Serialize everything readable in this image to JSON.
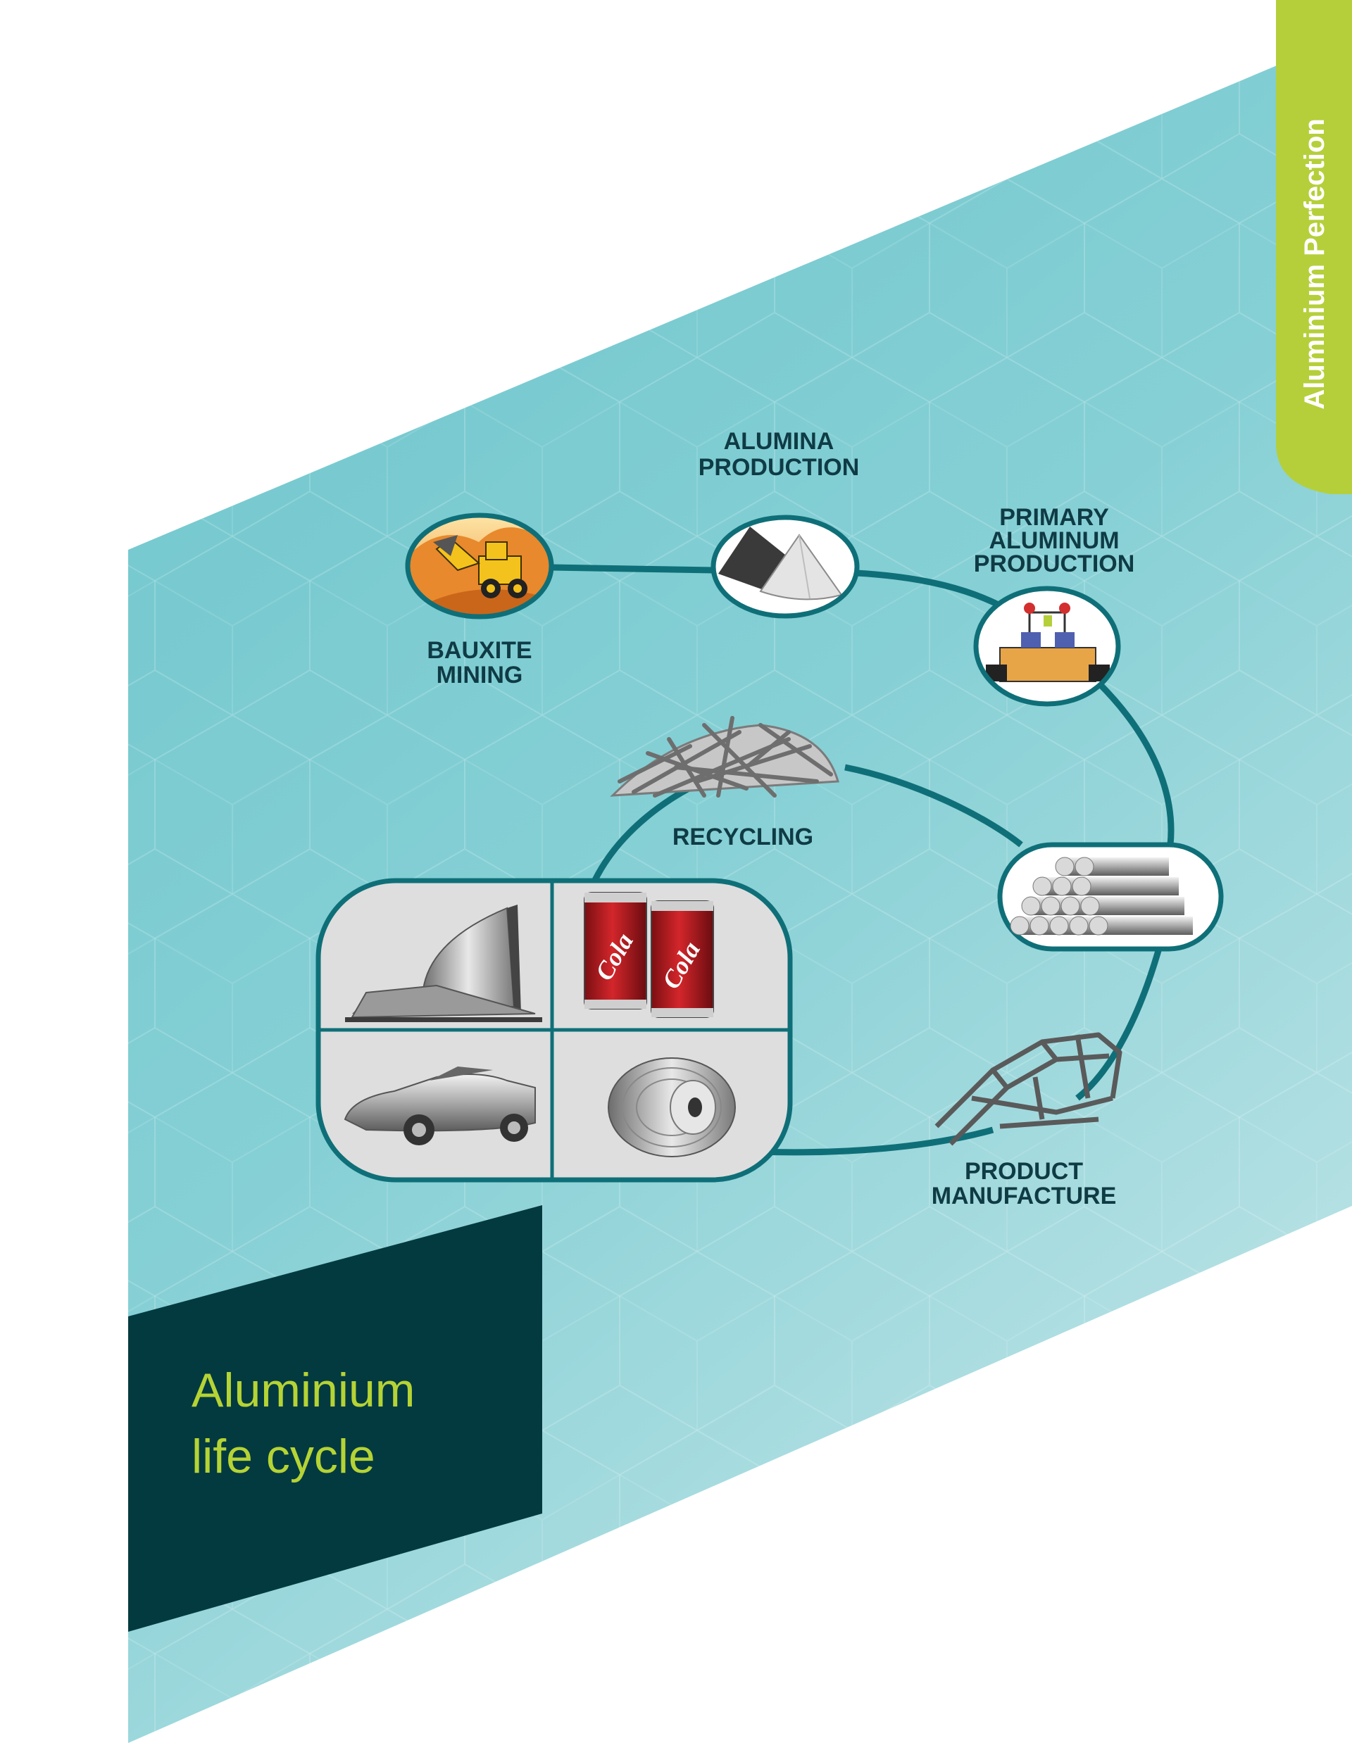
{
  "side_tab": {
    "text": "Aluminium Perfection",
    "color": "#b5cf3a"
  },
  "title": {
    "line1": "Aluminium",
    "line2": "life cycle",
    "color": "#b5d334",
    "box_color": "#023a40"
  },
  "colors": {
    "panel": "#7ac9cf",
    "ring": "#0f6f78",
    "label": "#0f3b45"
  },
  "stages": {
    "bauxite": {
      "line1": "BAUXITE",
      "line2": "MINING",
      "icon": "wheel-loader-icon"
    },
    "alumina": {
      "line1": "ALUMINA",
      "line2": "PRODUCTION",
      "icon": "alumina-piles-icon"
    },
    "primary": {
      "line1": "PRIMARY",
      "line2": "ALUMINUM",
      "line3": "PRODUCTION",
      "icon": "smelter-cell-icon"
    },
    "ingots": {
      "icon": "ingot-stack-icon"
    },
    "manufacture": {
      "line1": "PRODUCT",
      "line2": "MANUFACTURE",
      "icon": "car-frame-icon"
    },
    "recycling": {
      "line1": "RECYCLING",
      "icon": "scrap-pile-icon"
    }
  },
  "products": {
    "building": {
      "icon": "building-icon"
    },
    "cans": {
      "icon": "cola-cans-icon",
      "can_text": "Cola"
    },
    "car": {
      "icon": "car-icon"
    },
    "coil": {
      "icon": "wire-coil-icon"
    }
  }
}
